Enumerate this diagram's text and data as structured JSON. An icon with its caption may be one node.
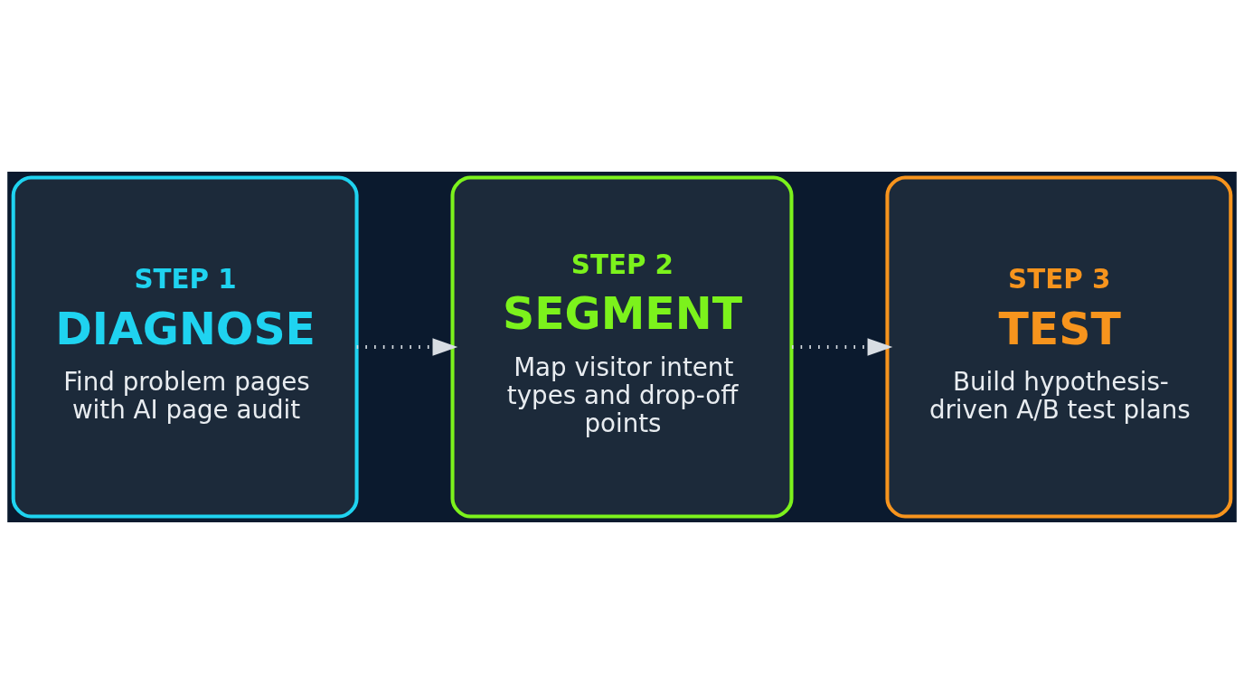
{
  "diagram": {
    "nodes": [
      {
        "text": [
          "STEP 1",
          "DIAGNOSE",
          "Find problem pages with AI page audit"
        ]
      },
      {
        "text": [
          "STEP 2",
          "SEGMENT",
          "Map visitor intent types and drop-off points"
        ]
      },
      {
        "text": [
          "STEP 3",
          "TEST",
          "Build hypothesis-driven A/B test plans"
        ]
      }
    ],
    "edges": [
      {
        "from": 0,
        "to": 1,
        "arrow": "to",
        "style": "dashed"
      },
      {
        "from": 1,
        "to": 2,
        "arrow": "to",
        "style": "dashed"
      }
    ]
  }
}
